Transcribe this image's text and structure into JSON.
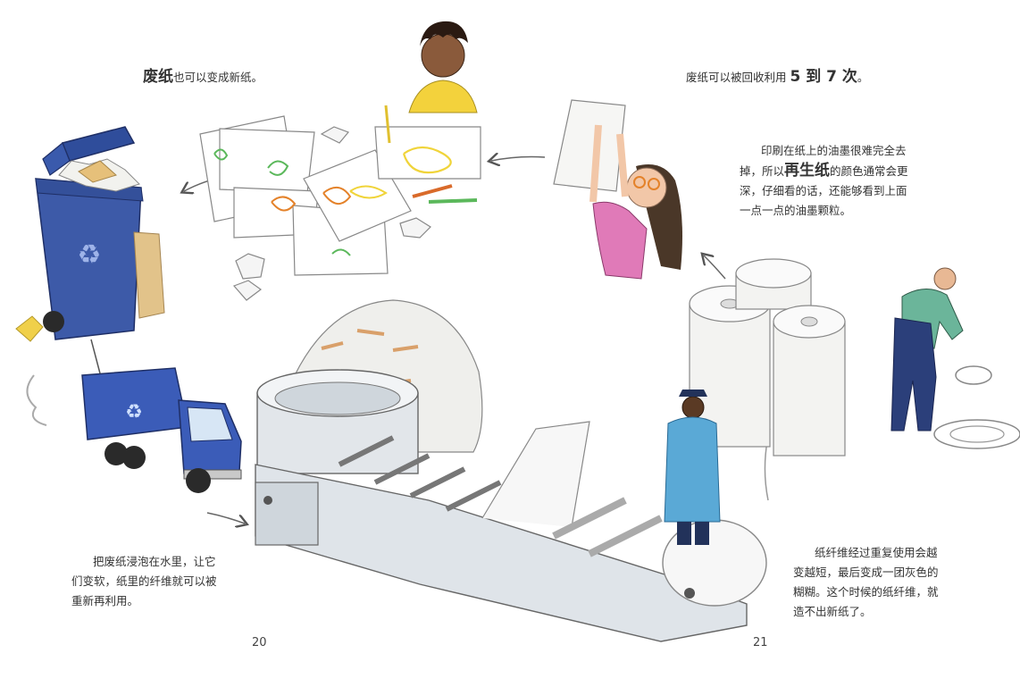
{
  "captions": {
    "top_left": {
      "emph": "废纸",
      "rest": "也可以变成新纸。"
    },
    "top_right": {
      "pre": "废纸可以被回收利用 ",
      "emph": "5 到 7 次",
      "post": "。"
    },
    "ink": {
      "line1": "印刷在纸上的油墨很难完全去",
      "line2_pre": "掉，所以",
      "line2_emph": "再生纸",
      "line2_post": "的颜色通常会更",
      "line3": "深，仔细看的话，还能够看到上面",
      "line4": "一点一点的油墨颗粒。"
    },
    "soak": {
      "line1": "把废纸浸泡在水里，让它",
      "line2": "们变软，纸里的纤维就可以被",
      "line3": "重新再利用。"
    },
    "fiber": {
      "line1": "纸纤维经过重复使用会越",
      "line2": "变越短，最后变成一团灰色的",
      "line3": "糊糊。这个时候的纸纤维，就",
      "line4": "造不出新纸了。"
    }
  },
  "page_numbers": {
    "left": "20",
    "right": "21"
  },
  "colors": {
    "bin_blue": "#3d5aa8",
    "truck_blue": "#3b5cb8",
    "shirt_yellow": "#f3d23c",
    "shirt_pink": "#e07ab8",
    "coat_blue": "#5aa9d6",
    "worker_green": "#6bb59a"
  }
}
